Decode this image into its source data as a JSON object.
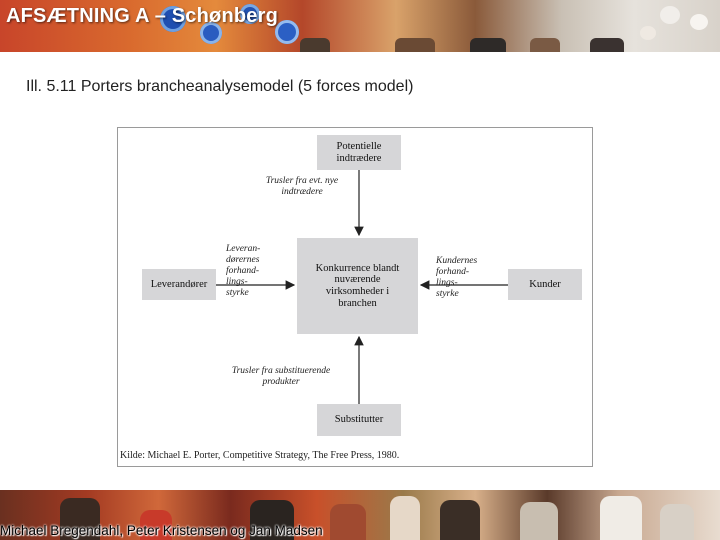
{
  "header": {
    "title": "AFSÆTNING A – Schønberg"
  },
  "slide": {
    "subtitle": "Ill. 5.11 Porters brancheanalysemodel (5 forces model)"
  },
  "diagram": {
    "boxes": {
      "top": [
        "Potentielle",
        "indtrædere"
      ],
      "left": [
        "Leverandører"
      ],
      "center": [
        "Konkurrence blandt",
        "nuværende",
        "virksomheder i",
        "branchen"
      ],
      "right": [
        "Kunder"
      ],
      "bottom": [
        "Substitutter"
      ]
    },
    "notes": {
      "top": [
        "Trusler fra evt. nye",
        "indtrædere"
      ],
      "left": [
        "Leveran-",
        "dørernes",
        "forhand-",
        "lings-",
        "styrke"
      ],
      "right": [
        "Kundernes",
        "forhand-",
        "lings-",
        "styrke"
      ],
      "bottom": [
        "Trusler fra substituerende",
        "produkter"
      ]
    },
    "source": "Kilde: Michael E. Porter, Competitive Strategy, The Free Press, 1980."
  },
  "footer": {
    "authors": "Michael Bregendahl, Peter Kristensen og Jan Madsen"
  }
}
